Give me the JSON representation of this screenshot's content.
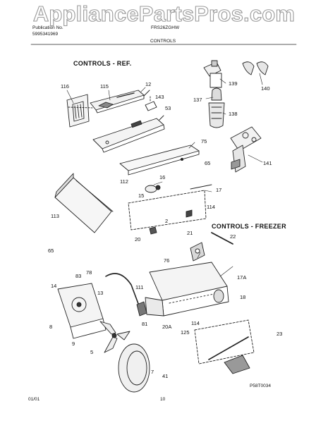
{
  "watermark": "AppliancePartsPros.com",
  "header": {
    "publication_label": "Publication No.",
    "publication_no": "5995341969",
    "model": "FRS26ZGHW",
    "page_title": "CONTROLS"
  },
  "sections": {
    "ref": "CONTROLS - REF.",
    "freezer": "CONTROLS - FREEZER"
  },
  "parts": {
    "p116": "116",
    "p115": "115",
    "p12": "12",
    "p143": "143",
    "p53": "53",
    "p139": "139",
    "p140": "140",
    "p137": "137",
    "p138": "138",
    "p75": "75",
    "p65a": "65",
    "p141": "141",
    "p16": "16",
    "p112": "112",
    "p15": "15",
    "p17": "17",
    "p114a": "114",
    "p113": "113",
    "p2": "2",
    "p21": "21",
    "p22": "22",
    "p20": "20",
    "p65b": "65",
    "p76": "76",
    "p83": "83",
    "p78": "78",
    "p17A": "17A",
    "p14": "14",
    "p13": "13",
    "p111": "111",
    "p18": "18",
    "p8": "8",
    "p81": "81",
    "p20A": "20A",
    "p114b": "114",
    "p125": "125",
    "p9": "9",
    "p23": "23",
    "p5": "5",
    "p7": "7",
    "p41": "41"
  },
  "footer": {
    "date": "01/01",
    "page": "10",
    "drawing_code": "P58T0034"
  }
}
